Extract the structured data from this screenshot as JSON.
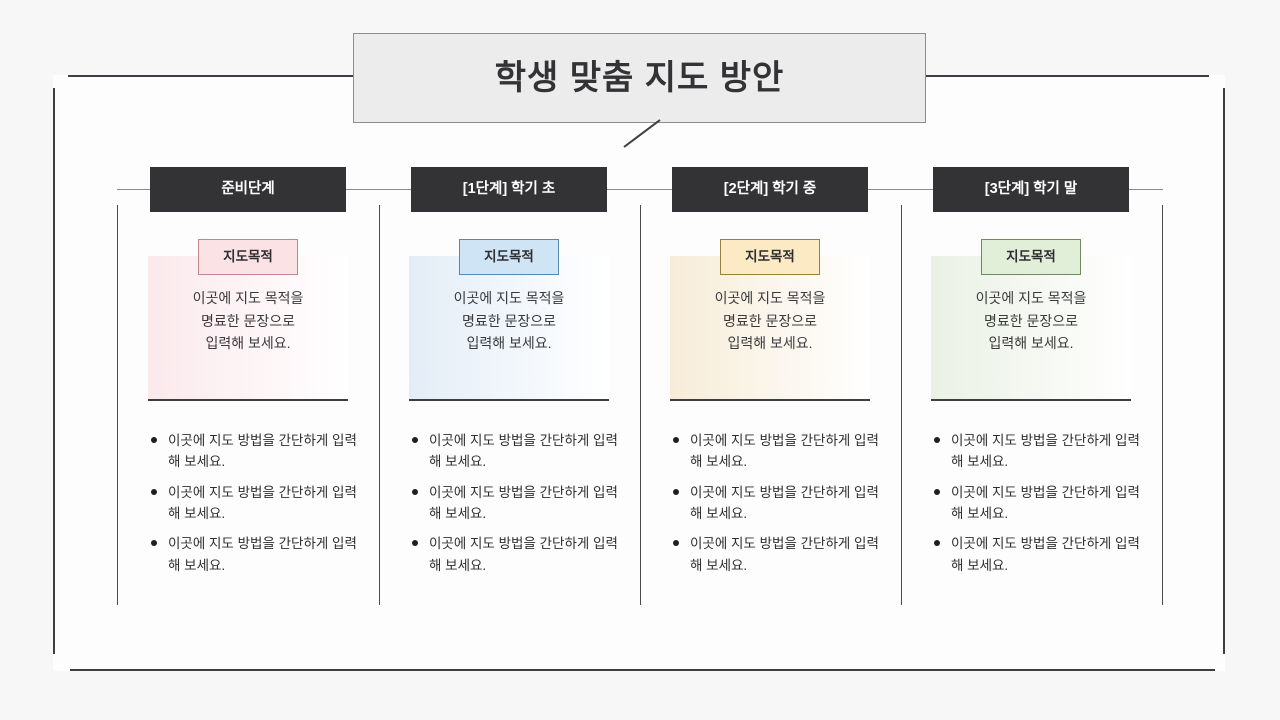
{
  "title": {
    "text": "학생 맞춤 지도 방안"
  },
  "colors": {
    "page_background": "#f7f7f8",
    "stage_background": "#fdfdfd",
    "frame_line": "#3d3d42",
    "header_chip": "#333336",
    "header_text": "#ffffff",
    "title_box": "#ececec",
    "body_text": "#3a3a3d"
  },
  "columns": [
    {
      "header": "준비단계",
      "badge_label": "지도목적",
      "badge_fill": "#fae2e5",
      "badge_border": "#c3858f",
      "panel_tint": "#fbe9ec",
      "panel_text": "이곳에 지도 목적을\n명료한 문장으로\n입력해 보세요.",
      "bullets": [
        "이곳에 지도 방법을 간단하게 입력해 보세요.",
        "이곳에 지도 방법을 간단하게 입력해 보세요.",
        "이곳에 지도 방법을 간단하게 입력해 보세요."
      ]
    },
    {
      "header": "[1단계] 학기 초",
      "badge_label": "지도목적",
      "badge_fill": "#cfe4f5",
      "badge_border": "#5a87ad",
      "panel_tint": "#e3edf7",
      "panel_text": "이곳에 지도 목적을\n명료한 문장으로\n입력해 보세요.",
      "bullets": [
        "이곳에 지도 방법을 간단하게 입력해 보세요.",
        "이곳에 지도 방법을 간단하게 입력해 보세요.",
        "이곳에 지도 방법을 간단하게 입력해 보세요."
      ]
    },
    {
      "header": "[2단계] 학기 중",
      "badge_label": "지도목적",
      "badge_fill": "#fbeac4",
      "badge_border": "#9a7f3d",
      "panel_tint": "#f7ecd8",
      "panel_text": "이곳에 지도 목적을\n명료한 문장으로\n입력해 보세요.",
      "bullets": [
        "이곳에 지도 방법을 간단하게 입력해 보세요.",
        "이곳에 지도 방법을 간단하게 입력해 보세요.",
        "이곳에 지도 방법을 간단하게 입력해 보세요."
      ]
    },
    {
      "header": "[3단계] 학기 말",
      "badge_label": "지도목적",
      "badge_fill": "#e1efd8",
      "badge_border": "#6f8a5e",
      "panel_tint": "#eaf1e4",
      "panel_text": "이곳에 지도 목적을\n명료한 문장으로\n입력해 보세요.",
      "bullets": [
        "이곳에 지도 방법을 간단하게 입력해 보세요.",
        "이곳에 지도 방법을 간단하게 입력해 보세요.",
        "이곳에 지도 방법을 간단하게 입력해 보세요."
      ]
    }
  ]
}
